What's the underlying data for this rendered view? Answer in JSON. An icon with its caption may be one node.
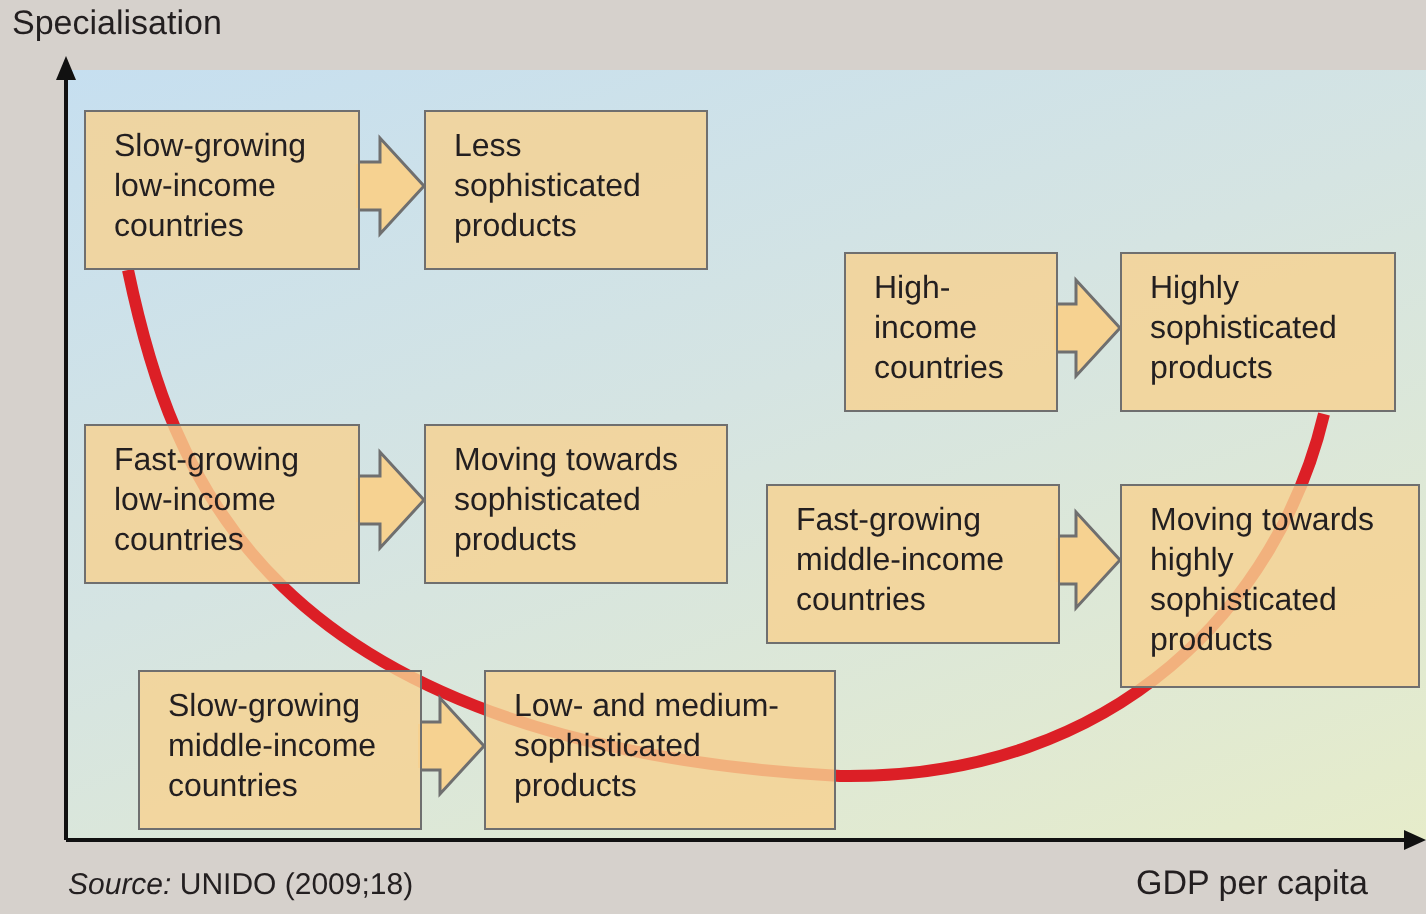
{
  "diagram": {
    "caption": "*Source:* UNIDO (2009;18)",
    "nodes": [
      {
        "text": [
          "Slow-growing low-income countries"
        ]
      },
      {
        "text": [
          "Less sophisticated products"
        ]
      },
      {
        "text": [
          "High-income countries"
        ]
      },
      {
        "text": [
          "Highly sophisticated products"
        ]
      },
      {
        "text": [
          "Fast-growing low-income countries"
        ]
      },
      {
        "text": [
          "Moving towards sophisticated products"
        ]
      },
      {
        "text": [
          "Fast-growing middle-income countries"
        ]
      },
      {
        "text": [
          "Moving towards highly sophisticated products"
        ]
      },
      {
        "text": [
          "Slow-growing middle-income countries"
        ]
      },
      {
        "text": [
          "Low- and medium-sophisticated products"
        ]
      }
    ],
    "edges": [
      {
        "from": 0,
        "to": 1,
        "arrow": "to"
      },
      {
        "from": 2,
        "to": 3,
        "arrow": "to"
      },
      {
        "from": 4,
        "to": 5,
        "arrow": "to"
      },
      {
        "from": 6,
        "to": 7,
        "arrow": "to"
      },
      {
        "from": 8,
        "to": 9,
        "arrow": "to"
      }
    ],
    "labels": [
      "Specialisation",
      "GDP per capita"
    ]
  }
}
